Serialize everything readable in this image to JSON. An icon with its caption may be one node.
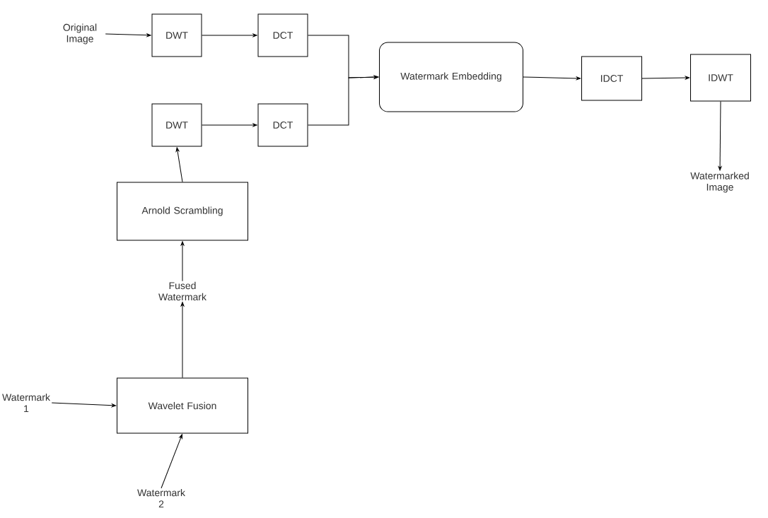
{
  "diagram": {
    "nodes": [
      {
        "text": [
          "Original Image"
        ]
      },
      {
        "text": [
          "DWT"
        ]
      },
      {
        "text": [
          "DCT"
        ]
      },
      {
        "text": [
          "Watermark Embedding"
        ]
      },
      {
        "text": [
          "IDCT"
        ]
      },
      {
        "text": [
          "IDWT"
        ]
      },
      {
        "text": [
          "Watermarked Image"
        ]
      },
      {
        "text": [
          "DWT"
        ]
      },
      {
        "text": [
          "DCT"
        ]
      },
      {
        "text": [
          "Arnold Scrambling"
        ]
      },
      {
        "text": [
          "Fused Watermark"
        ]
      },
      {
        "text": [
          "Watermark 1"
        ]
      },
      {
        "text": [
          "Wavelet Fusion"
        ]
      },
      {
        "text": [
          "Watermark 2"
        ]
      }
    ],
    "edges": [
      {
        "from": 0,
        "to": 1,
        "arrow": "to"
      },
      {
        "from": 1,
        "to": 2,
        "arrow": "to"
      },
      {
        "from": 2,
        "to": 3,
        "arrow": "to"
      },
      {
        "from": 8,
        "to": 3,
        "arrow": "to"
      },
      {
        "from": 3,
        "to": 4,
        "arrow": "to"
      },
      {
        "from": 4,
        "to": 5,
        "arrow": "to"
      },
      {
        "from": 5,
        "to": 6,
        "arrow": "to"
      },
      {
        "from": 7,
        "to": 8,
        "arrow": "to"
      },
      {
        "from": 9,
        "to": 7,
        "arrow": "to"
      },
      {
        "from": 10,
        "to": 9,
        "arrow": "to"
      },
      {
        "from": 12,
        "to": 10,
        "arrow": "to"
      },
      {
        "from": 11,
        "to": 12,
        "arrow": "to"
      },
      {
        "from": 13,
        "to": 12,
        "arrow": "to"
      }
    ]
  }
}
